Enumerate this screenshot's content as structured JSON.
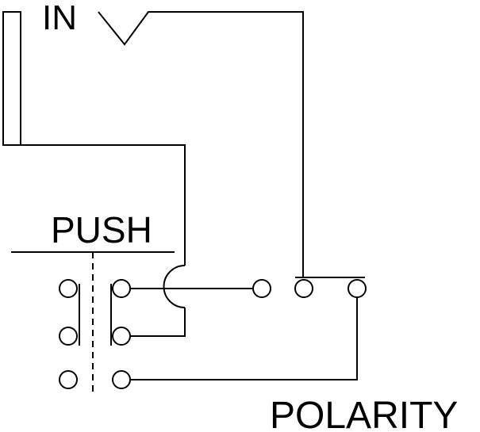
{
  "labels": {
    "input": "IN",
    "switch": "PUSH",
    "output": "POLARITY"
  },
  "colors": {
    "ink": "#000000",
    "background": "#ffffff"
  }
}
